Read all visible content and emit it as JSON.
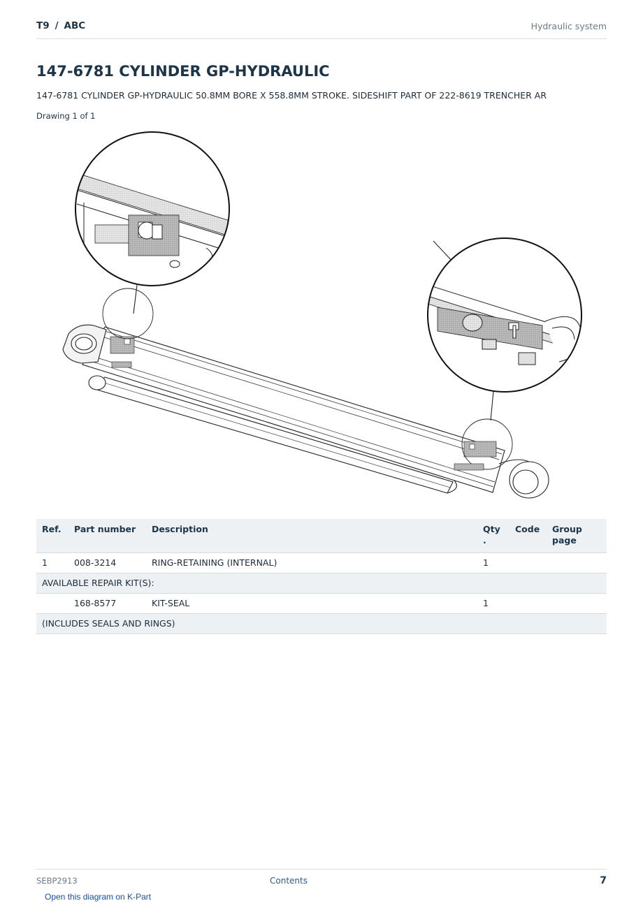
{
  "header": {
    "breadcrumb": [
      "T9",
      "ABC"
    ],
    "breadcrumb_separator": "/",
    "section": "Hydraulic system"
  },
  "page": {
    "title": "147-6781 CYLINDER GP-HYDRAULIC",
    "description": "147-6781 CYLINDER GP-HYDRAULIC 50.8MM BORE X 558.8MM STROKE. SIDESHIFT PART OF 222-8619 TRENCHER AR",
    "drawing_label": "Drawing 1 of 1"
  },
  "parts_table": {
    "columns": [
      "Ref.",
      "Part number",
      "Description",
      "Qty .",
      "Code",
      "Group page"
    ],
    "rows": [
      {
        "ref": "1",
        "part_number": "008-3214",
        "description": "RING-RETAINING (INTERNAL)",
        "qty": "1",
        "code": "",
        "group_page": ""
      }
    ],
    "repair_kit_header": "AVAILABLE REPAIR KIT(S):",
    "repair_kits": [
      {
        "ref": "",
        "part_number": "168-8577",
        "description": "KIT-SEAL",
        "qty": "1",
        "code": "",
        "group_page": ""
      }
    ],
    "kit_note": "(INCLUDES SEALS AND RINGS)"
  },
  "footer": {
    "doc_code": "SEBP2913",
    "contents_link": "Contents",
    "page_number": "7",
    "kpart_link": "Open this diagram on K-Part"
  },
  "colors": {
    "heading": "#1d3548",
    "table_header_bg": "#edf1f4",
    "link": "#2a5d8a",
    "muted": "#6a7a88"
  }
}
